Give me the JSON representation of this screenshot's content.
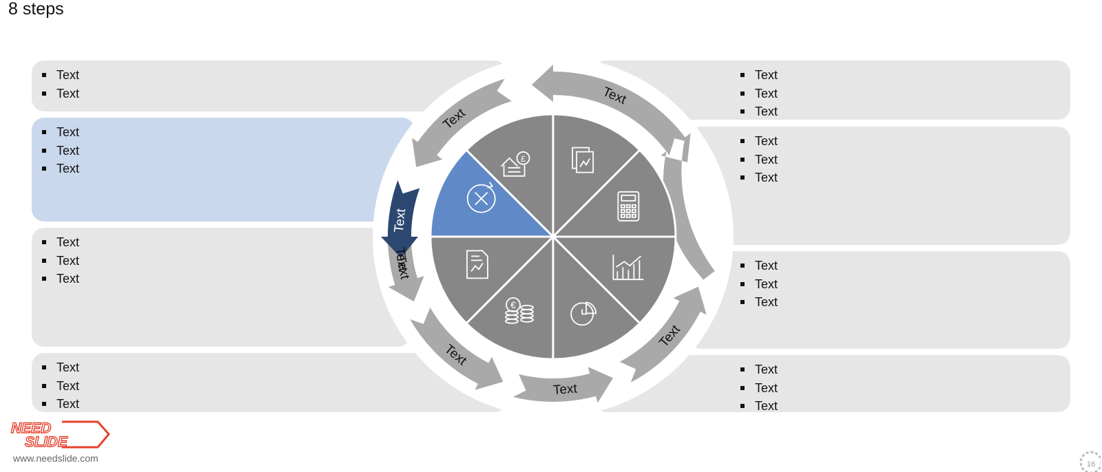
{
  "slide": {
    "title": "8 steps",
    "website": "www.needslide.com",
    "page_number": "16"
  },
  "logo": {
    "line1": "NEED",
    "line2": "SLIDE",
    "color": "#e8412c"
  },
  "colors": {
    "panel": "#e6e6e6",
    "panel_active": "#c9d8ec",
    "segment": "#878787",
    "segment_active": "#5f8ac7",
    "arrow": "#a9a9a9",
    "arrow_active": "#2c4770"
  },
  "arrow_labels": [
    "Text",
    "Text",
    "Text",
    "Text",
    "Text",
    "Text",
    "Text",
    "Text"
  ],
  "segment_icons": [
    "house-pound-icon",
    "documents-chart-icon",
    "calculator-icon",
    "bar-chart-growth-icon",
    "pie-chart-icon",
    "euro-coins-icon",
    "report-document-icon",
    "circle-cancel-icon"
  ],
  "panels": {
    "left": [
      {
        "items": [
          "Text",
          "Text"
        ]
      },
      {
        "items": [
          "Text",
          "Text",
          "Text"
        ],
        "active": true
      },
      {
        "items": [
          "Text",
          "Text",
          "Text"
        ]
      },
      {
        "items": [
          "Text",
          "Text",
          "Text"
        ]
      }
    ],
    "right": [
      {
        "items": [
          "Text",
          "Text",
          "Text"
        ]
      },
      {
        "items": [
          "Text",
          "Text",
          "Text"
        ]
      },
      {
        "items": [
          "Text",
          "Text",
          "Text"
        ]
      },
      {
        "items": [
          "Text",
          "Text",
          "Text"
        ]
      }
    ]
  }
}
